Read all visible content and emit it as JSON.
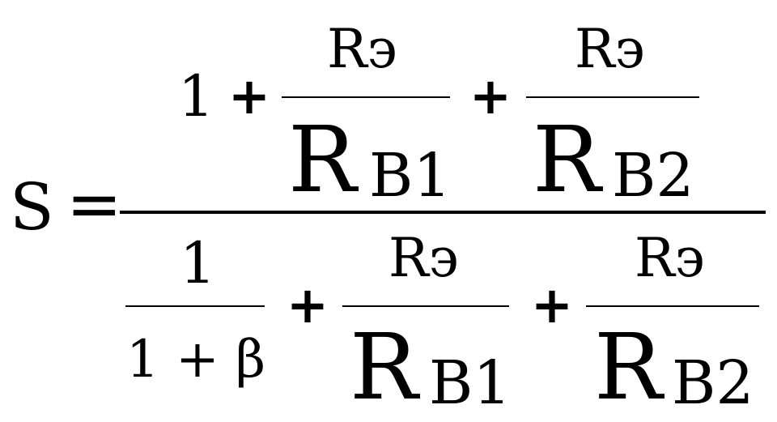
{
  "formula": {
    "lhs": "S",
    "equals": "=",
    "numerator": {
      "one": "1",
      "plus1": "+",
      "frac1": {
        "num": "Rэ",
        "den_main": "R",
        "den_sub": "B1"
      },
      "plus2": "+",
      "frac2": {
        "num": "Rэ",
        "den_main": "R",
        "den_sub": "B2"
      }
    },
    "denominator": {
      "frac0": {
        "num": "1",
        "den": "1 + β"
      },
      "plus1": "+",
      "frac1": {
        "num": "Rэ",
        "den_main": "R",
        "den_sub": "B1"
      },
      "plus2": "+",
      "frac2": {
        "num": "Rэ",
        "den_main": "R",
        "den_sub": "B2"
      }
    }
  }
}
